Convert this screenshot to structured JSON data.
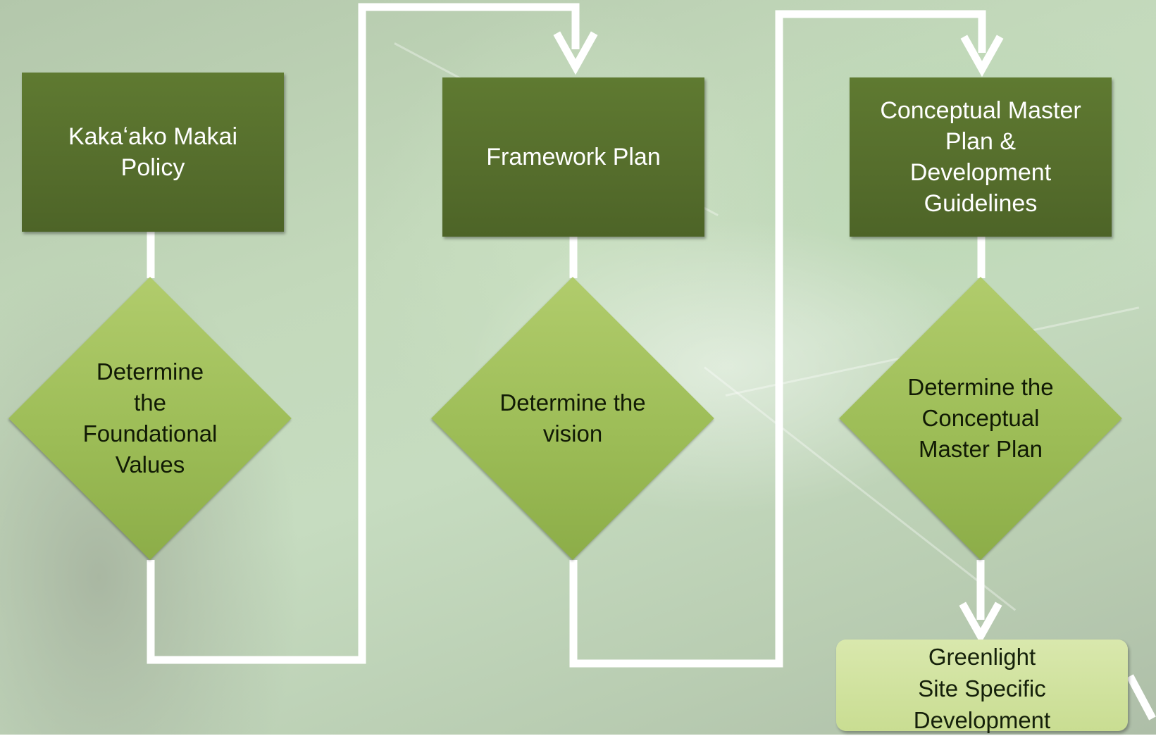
{
  "diagram": {
    "steps": [
      {
        "stage": "Kakaʻako Makai\nPolicy",
        "decision": "Determine\nthe\nFoundational\nValues"
      },
      {
        "stage": "Framework Plan",
        "decision": "Determine the\nvision"
      },
      {
        "stage": "Conceptual Master\nPlan &\nDevelopment\nGuidelines",
        "decision": "Determine the\nConceptual\nMaster Plan"
      }
    ],
    "outcome": "Greenlight\nSite Specific\nDevelopment"
  },
  "colors": {
    "stage_fill": "#556d2c",
    "decision_fill": "#9dbd57",
    "outcome_fill": "#cfe19c",
    "connector": "#ffffff"
  }
}
